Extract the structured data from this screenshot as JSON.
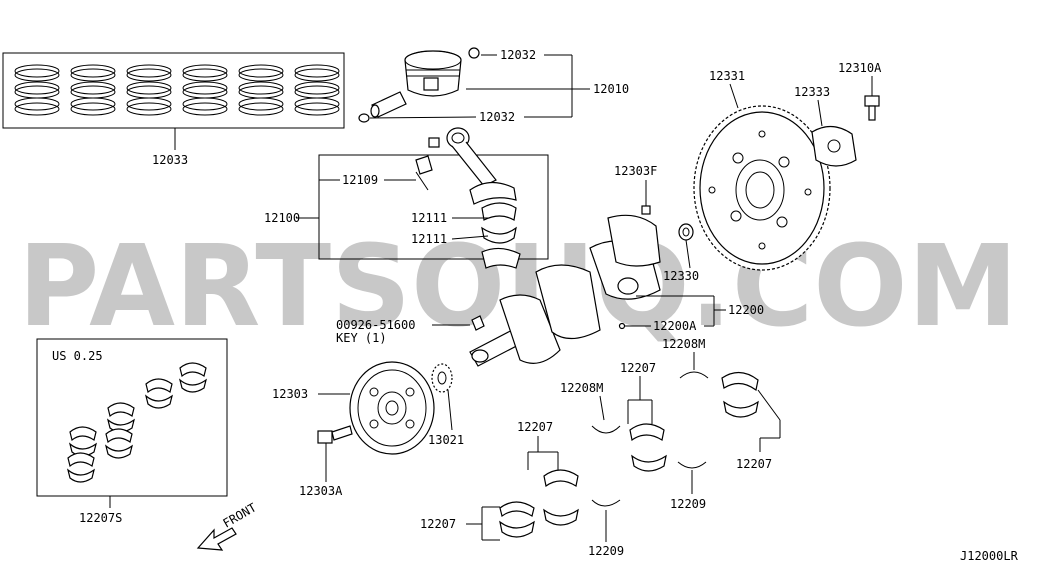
{
  "diagram_code": "J12000LR",
  "watermark": "PARTSOUQ.COM",
  "front_label": "FRONT",
  "us_label": "US 0.25",
  "key_label": "KEY (1)",
  "parts": {
    "p12033": "12033",
    "p12032a": "12032",
    "p12032b": "12032",
    "p12010": "12010",
    "p12109": "12109",
    "p12100": "12100",
    "p12111a": "12111",
    "p12111b": "12111",
    "p12303F": "12303F",
    "p12330": "12330",
    "p12200": "12200",
    "p12200A": "12200A",
    "p00926": "00926-51600",
    "p12331": "12331",
    "p12333": "12333",
    "p12310A": "12310A",
    "p12303": "12303",
    "p13021": "13021",
    "p12303A": "12303A",
    "p12207S": "12207S",
    "p12208Ma": "12208M",
    "p12208Mb": "12208M",
    "p12207a": "12207",
    "p12207b": "12207",
    "p12207c": "12207",
    "p12207d": "12207",
    "p12209a": "12209",
    "p12209b": "12209"
  }
}
